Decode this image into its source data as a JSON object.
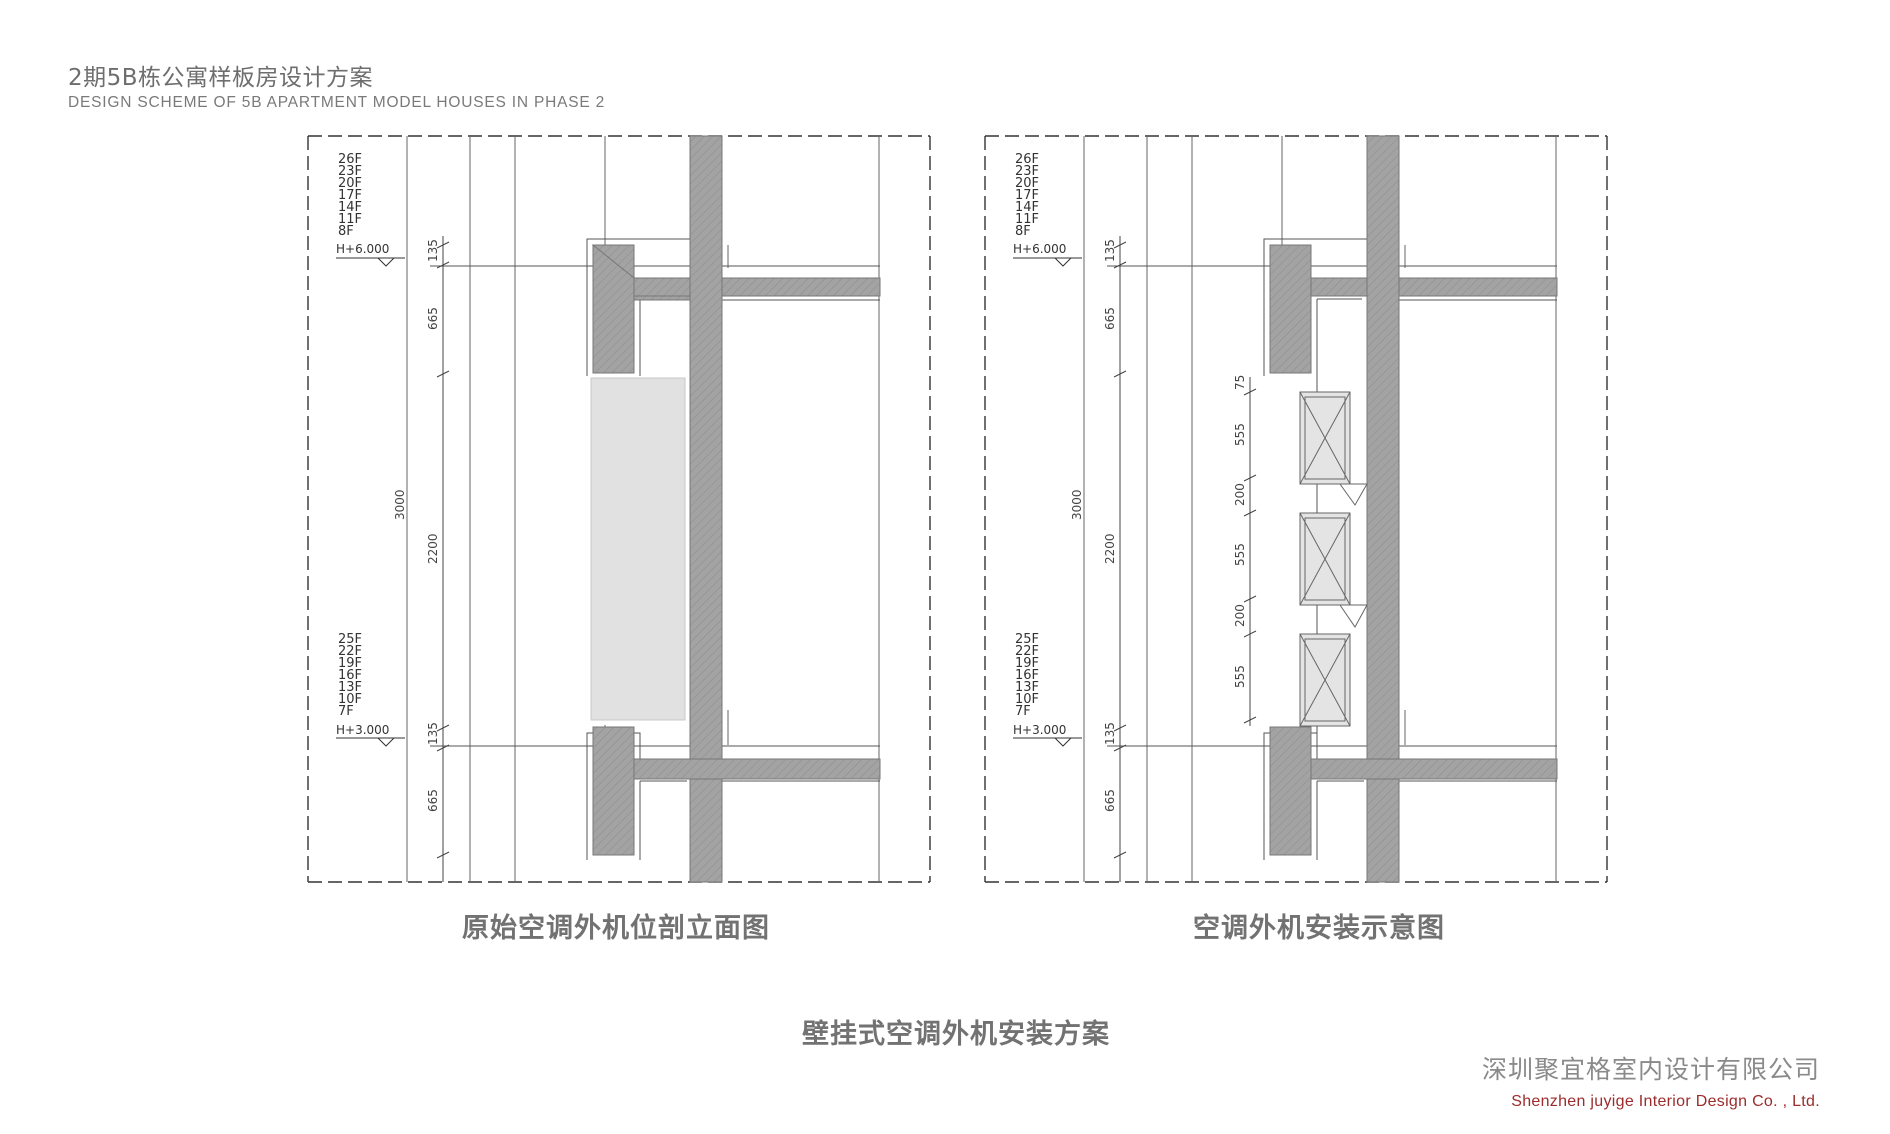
{
  "header": {
    "title": "2期5B栋公寓样板房设计方案",
    "subtitle": "DESIGN SCHEME OF 5B APARTMENT MODEL HOUSES IN PHASE 2"
  },
  "colors": {
    "wall": "#a3a3a3",
    "wall_stroke": "#777777",
    "recess": "#e1e1e1",
    "line": "#555555",
    "company_en": "#9c2b2b"
  },
  "left_panel": {
    "caption": "原始空调外机位剖立面图",
    "floors_upper": [
      "26F",
      "23F",
      "20F",
      "17F",
      "14F",
      "11F",
      "8F"
    ],
    "floors_lower": [
      "25F",
      "22F",
      "19F",
      "16F",
      "13F",
      "10F",
      "7F"
    ],
    "level_upper": "H+6.000",
    "level_lower": "H+3.000",
    "dims": {
      "d1": "135",
      "d2": "665",
      "d3": "2200",
      "d4": "135",
      "d5": "665",
      "total": "3000"
    }
  },
  "right_panel": {
    "caption": "空调外机安装示意图",
    "floors_upper": [
      "26F",
      "23F",
      "20F",
      "17F",
      "14F",
      "11F",
      "8F"
    ],
    "floors_lower": [
      "25F",
      "22F",
      "19F",
      "16F",
      "13F",
      "10F",
      "7F"
    ],
    "level_upper": "H+6.000",
    "level_lower": "H+3.000",
    "dims": {
      "d1": "135",
      "d2": "665",
      "d3": "2200",
      "d4": "135",
      "d5": "665",
      "total": "3000"
    },
    "unit_dims": [
      "75",
      "555",
      "200",
      "555",
      "200",
      "555"
    ]
  },
  "main_caption": "壁挂式空调外机安装方案",
  "company": {
    "cn": "深圳聚宜格室内设计有限公司",
    "en": "Shenzhen juyige Interior Design Co. , Ltd."
  }
}
